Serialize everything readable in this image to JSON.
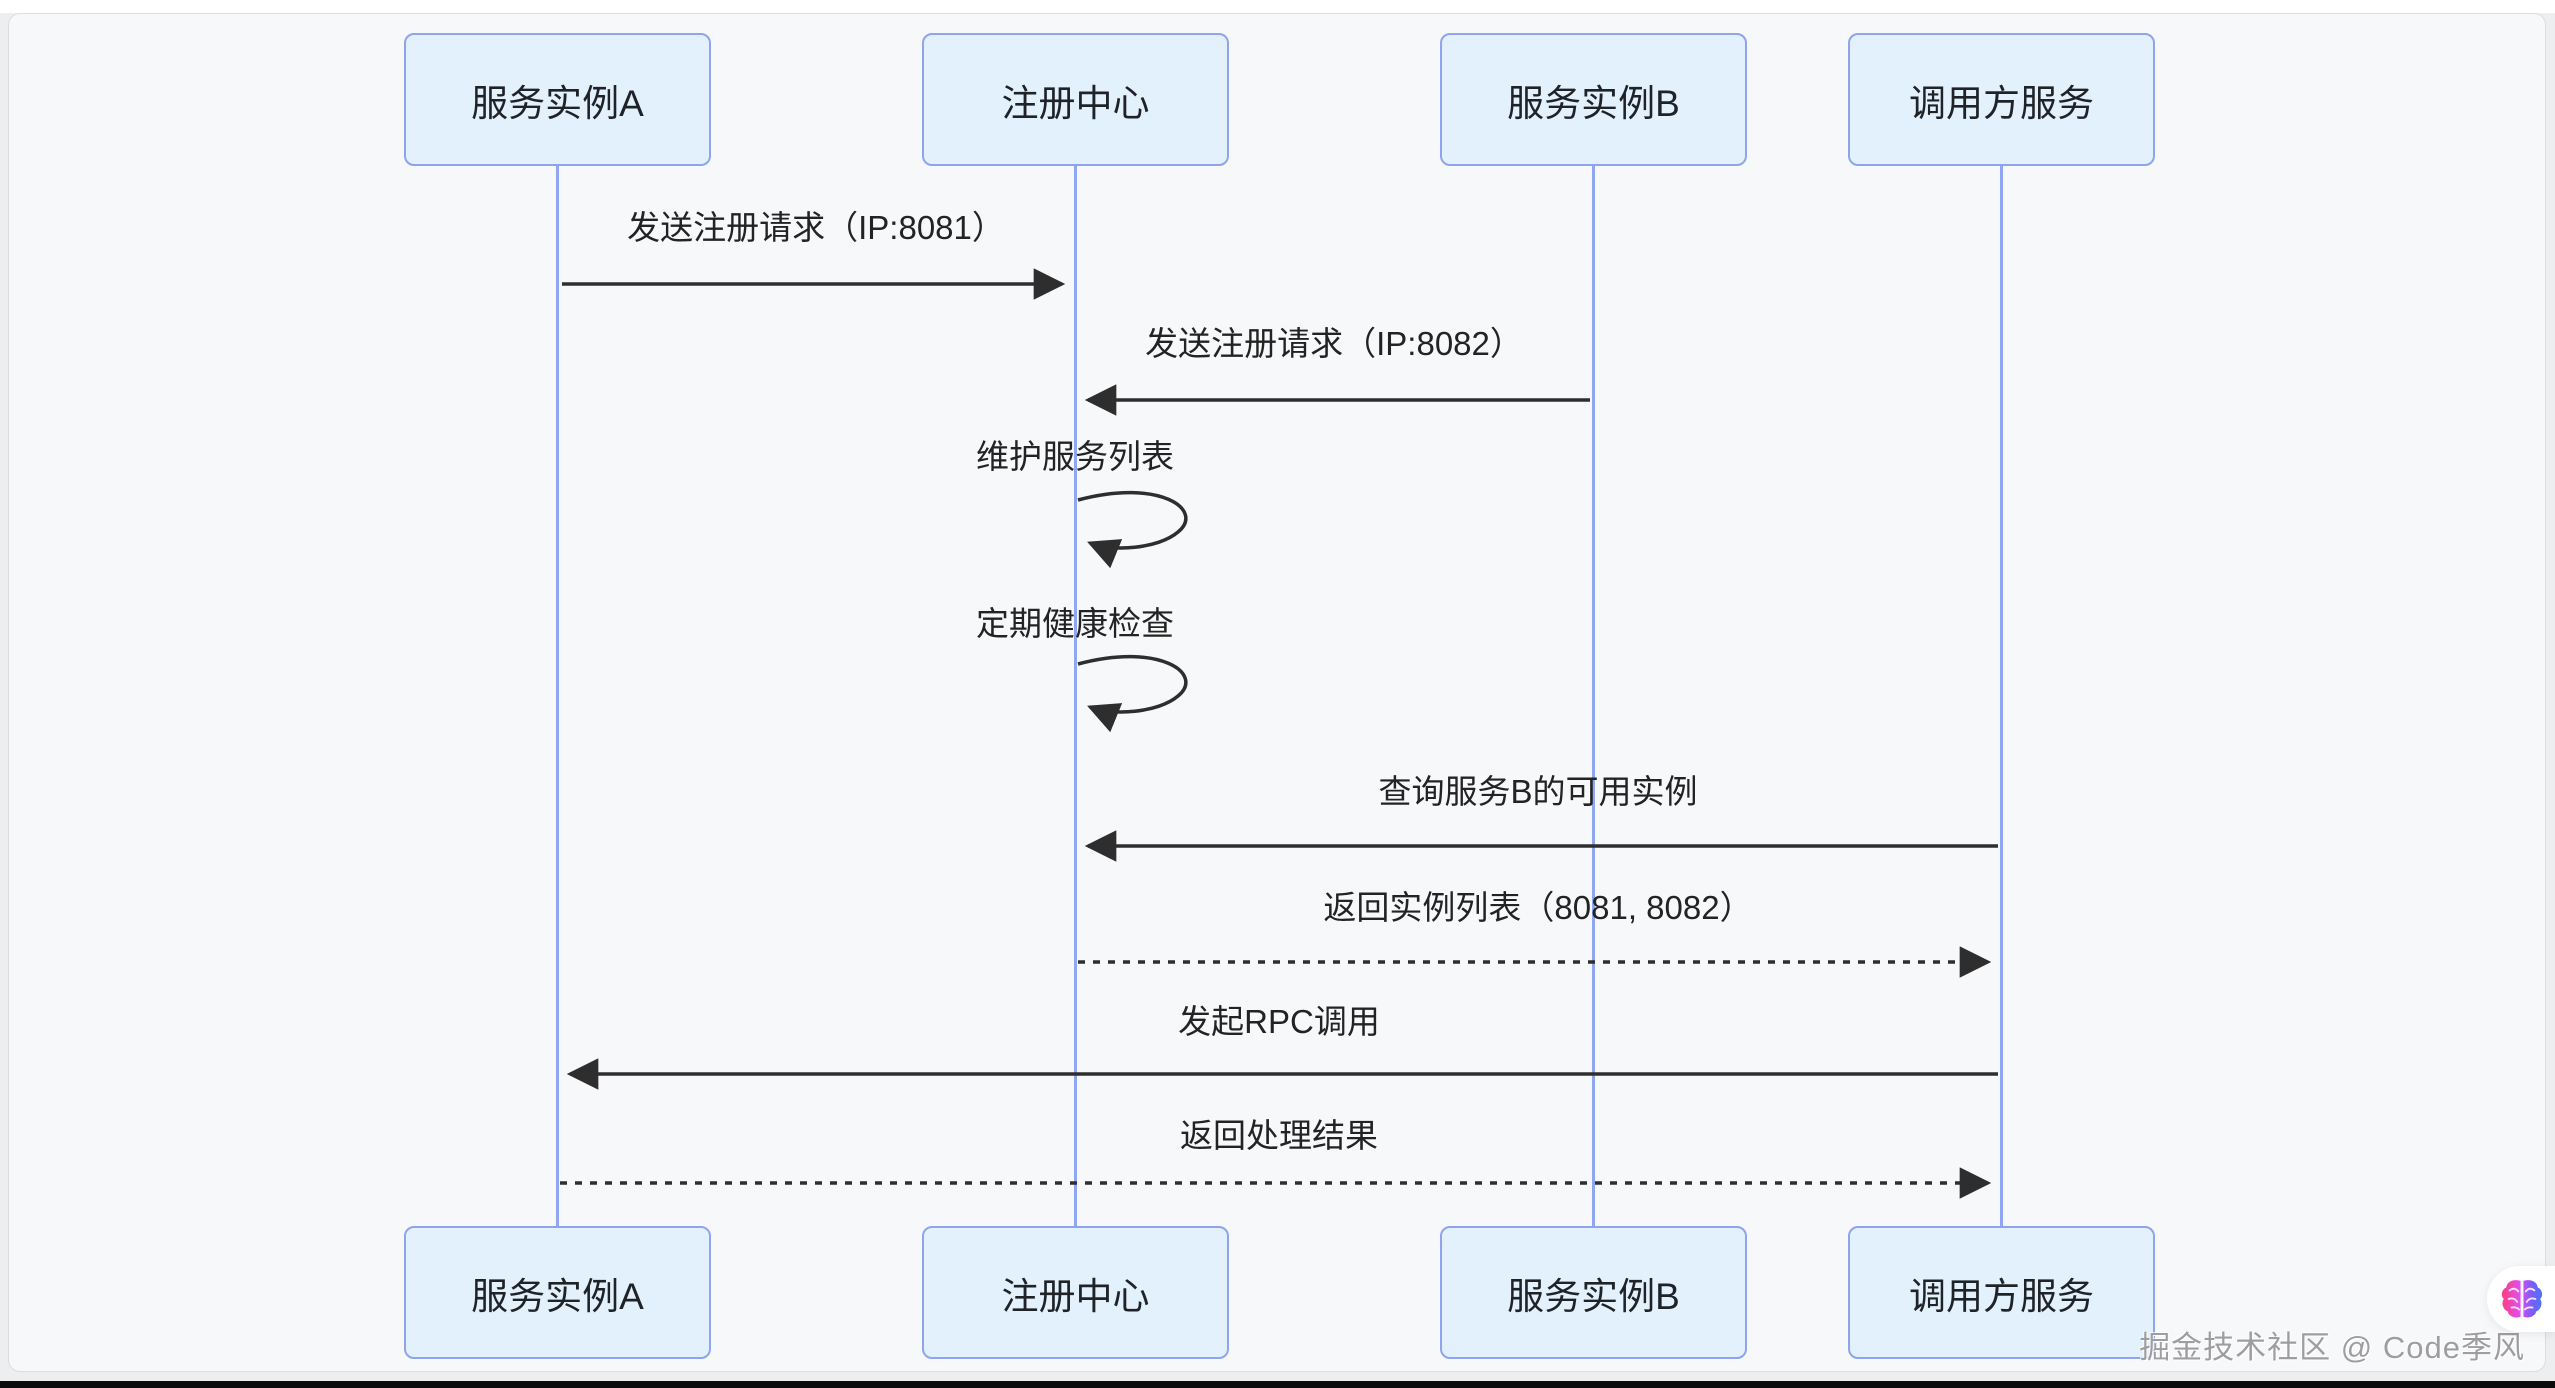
{
  "diagram": {
    "title_hint": "service-registry-sequence-diagram",
    "actors": [
      {
        "id": "service-instance-a",
        "label": "服务实例A"
      },
      {
        "id": "registry-center",
        "label": "注册中心"
      },
      {
        "id": "service-instance-b",
        "label": "服务实例B"
      },
      {
        "id": "caller-service",
        "label": "调用方服务"
      }
    ],
    "messages": [
      {
        "text": "发送注册请求（IP:8081）",
        "from": "服务实例A",
        "to": "注册中心",
        "line": "solid"
      },
      {
        "text": "发送注册请求（IP:8082）",
        "from": "服务实例B",
        "to": "注册中心",
        "line": "solid"
      },
      {
        "text": "维护服务列表",
        "from": "注册中心",
        "to": "注册中心",
        "line": "self"
      },
      {
        "text": "定期健康检查",
        "from": "注册中心",
        "to": "注册中心",
        "line": "self"
      },
      {
        "text": "查询服务B的可用实例",
        "from": "调用方服务",
        "to": "注册中心",
        "line": "solid"
      },
      {
        "text": "返回实例列表（8081, 8082）",
        "from": "注册中心",
        "to": "调用方服务",
        "line": "dashed"
      },
      {
        "text": "发起RPC调用",
        "from": "调用方服务",
        "to": "服务实例A",
        "line": "solid"
      },
      {
        "text": "返回处理结果",
        "from": "服务实例A",
        "to": "调用方服务",
        "line": "dashed"
      }
    ],
    "colors": {
      "actor_fill": "#E3F1FD",
      "actor_border": "#8EA5EE",
      "lifeline": "#8FA7F0",
      "arrow": "#2E2E2E",
      "text": "#222222",
      "panel_bg": "#F7F8FA",
      "page_bg": "#EDEEF0"
    }
  },
  "watermark": {
    "text": "掘金技术社区 @ Code季风"
  },
  "badge": {
    "icon": "brain-icon"
  }
}
